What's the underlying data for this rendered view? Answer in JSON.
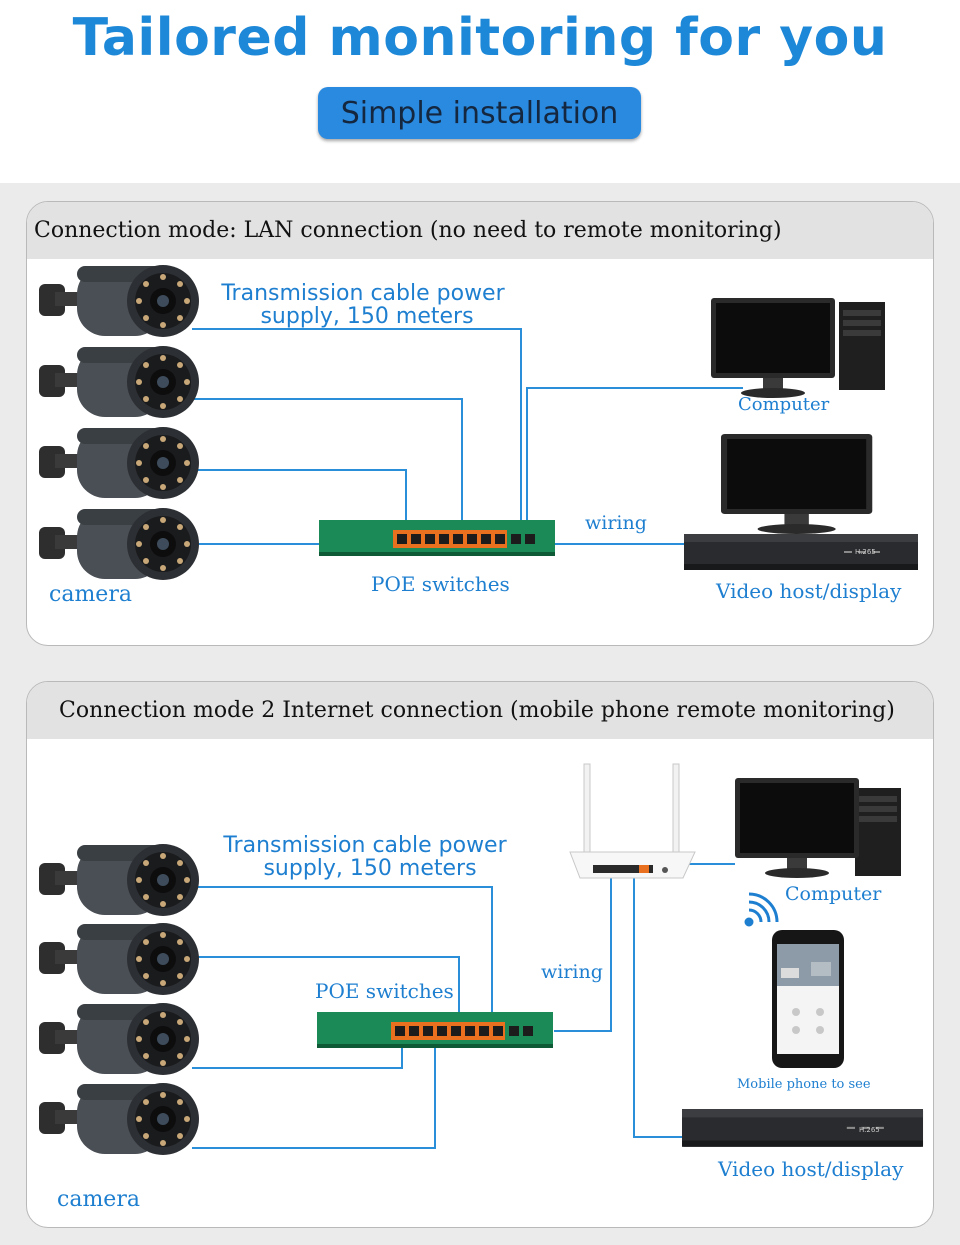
{
  "header": {
    "title": "Tailored monitoring for you",
    "badge": "Simple installation"
  },
  "panel1": {
    "heading": "Connection mode: LAN connection (no need to remote monitoring)",
    "cable_line1": "Transmission  cable  power",
    "cable_line2": "supply,  150  meters",
    "camera_label": "camera",
    "switch_label": "POE switches",
    "wiring_label": "wiring",
    "computer_label": "Computer",
    "nvr_label": "Video host/display",
    "nvr_badge": "H.265"
  },
  "panel2": {
    "heading": "Connection mode 2 Internet connection (mobile phone remote monitoring)",
    "cable_line1": "Transmission  cable  power",
    "cable_line2": "supply,  150  meters",
    "camera_label": "camera",
    "switch_label": "POE switches",
    "wiring_label": "wiring",
    "computer_label": "Computer",
    "phone_label": "Mobile phone to see",
    "nvr_label": "Video host/display",
    "nvr_badge": "H.265"
  },
  "colors": {
    "title_blue": "#1e88d8",
    "badge_blue": "#2a8ae0",
    "line_blue": "#2a8fd8",
    "switch_green": "#1f8f58",
    "port_orange": "#e8701e"
  }
}
